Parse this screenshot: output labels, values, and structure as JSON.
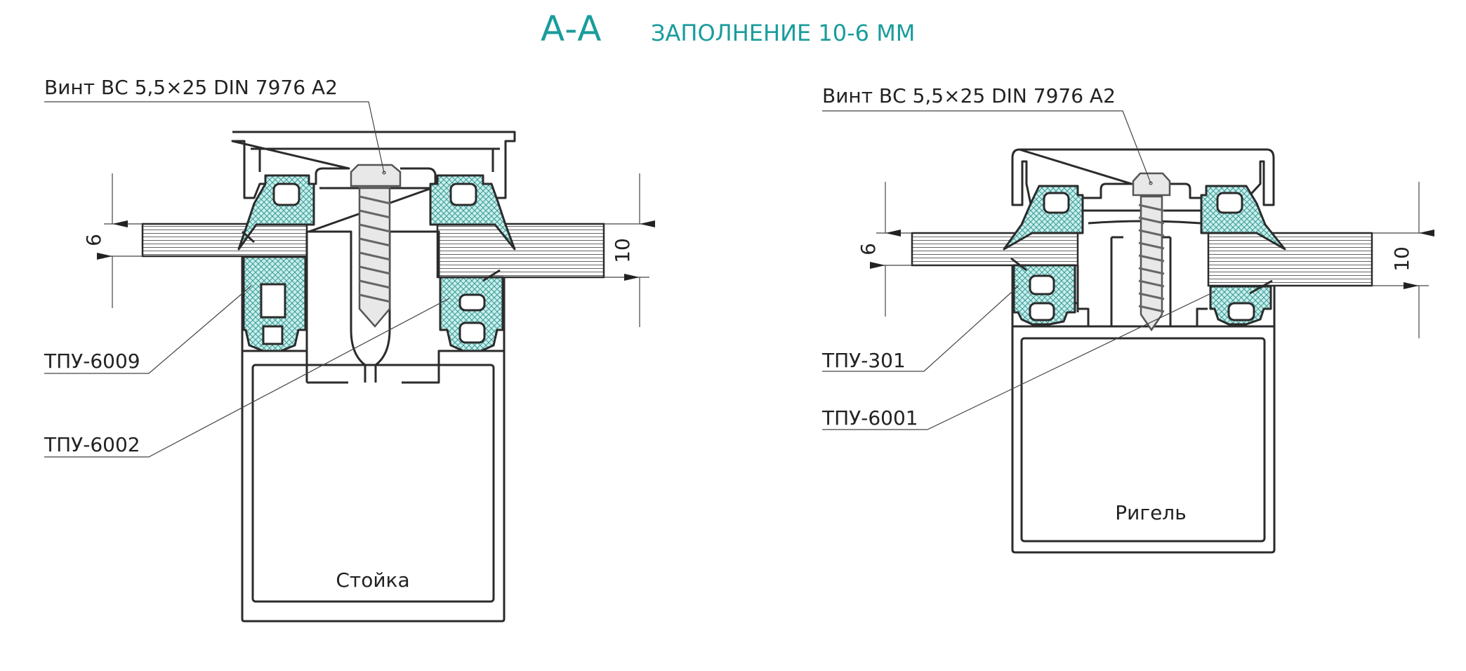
{
  "title": {
    "section": "А-А",
    "subtitle": "ЗАПОЛНЕНИЕ 10-6 ММ"
  },
  "colors": {
    "accent": "#1a9c9c",
    "gasket_fill": "#c9efec",
    "gasket_hatch": "#3a9a95",
    "line": "#2b2b2b"
  },
  "left_view": {
    "screw_label": "Винт ВС 5,5×25 DIN 7976 A2",
    "gasket_labels": [
      "ТПУ-6009",
      "ТПУ-6002"
    ],
    "profile_label": "Стойка",
    "dim_left": "6",
    "dim_right": "10"
  },
  "right_view": {
    "screw_label": "Винт ВС 5,5×25 DIN 7976 A2",
    "gasket_labels": [
      "ТПУ-301",
      "ТПУ-6001"
    ],
    "profile_label": "Ригель",
    "dim_left": "6",
    "dim_right": "10"
  }
}
